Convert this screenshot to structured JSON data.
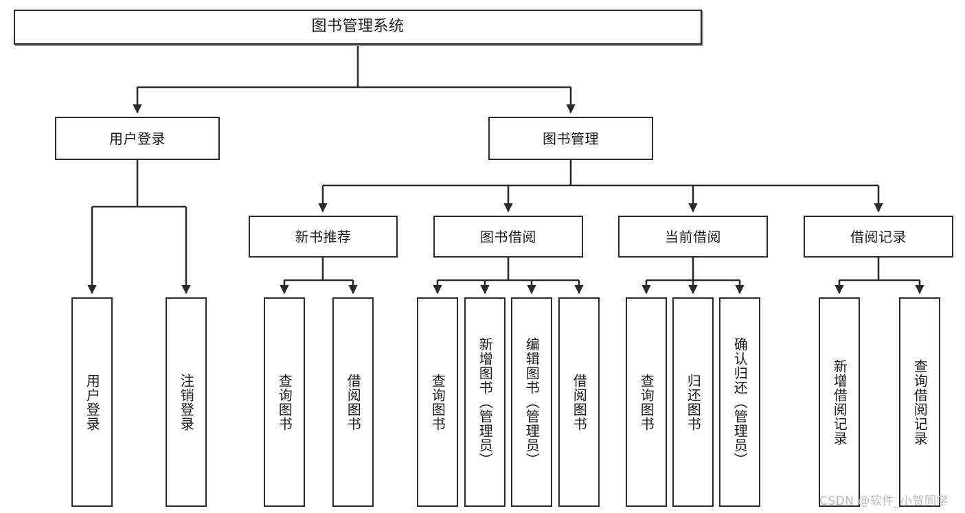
{
  "diagram": {
    "title": "图书管理系统",
    "type": "tree-hierarchy",
    "orientation": "top-down",
    "colors": {
      "background": "#ffffff",
      "node_border": "#2b2b2b",
      "node_fill": "#ffffff",
      "edge": "#2b2b2b",
      "text": "#1b1b1b",
      "watermark": "#b9b9b9"
    }
  },
  "root": {
    "label": "图书管理系统"
  },
  "level2": [
    {
      "label": "用户登录"
    },
    {
      "label": "图书管理"
    }
  ],
  "level3": [
    {
      "label": "新书推荐"
    },
    {
      "label": "图书借阅"
    },
    {
      "label": "当前借阅"
    },
    {
      "label": "借阅记录"
    }
  ],
  "leaves": {
    "user_login": [
      {
        "label": "用户登录"
      },
      {
        "label": "注销登录"
      }
    ],
    "new_book_recommend": [
      {
        "label": "查询图书"
      },
      {
        "label": "借阅图书"
      }
    ],
    "book_borrow": [
      {
        "label": "查询图书"
      },
      {
        "label": "新增图书（管理员）"
      },
      {
        "label": "编辑图书（管理员）"
      },
      {
        "label": "借阅图书"
      }
    ],
    "current_borrow": [
      {
        "label": "查询图书"
      },
      {
        "label": "归还图书"
      },
      {
        "label": "确认归还（管理员）"
      }
    ],
    "borrow_record": [
      {
        "label": "新增借阅记录"
      },
      {
        "label": "查询借阅记录"
      }
    ]
  },
  "watermark": {
    "text": "CSDN @软件_小贺同学"
  }
}
